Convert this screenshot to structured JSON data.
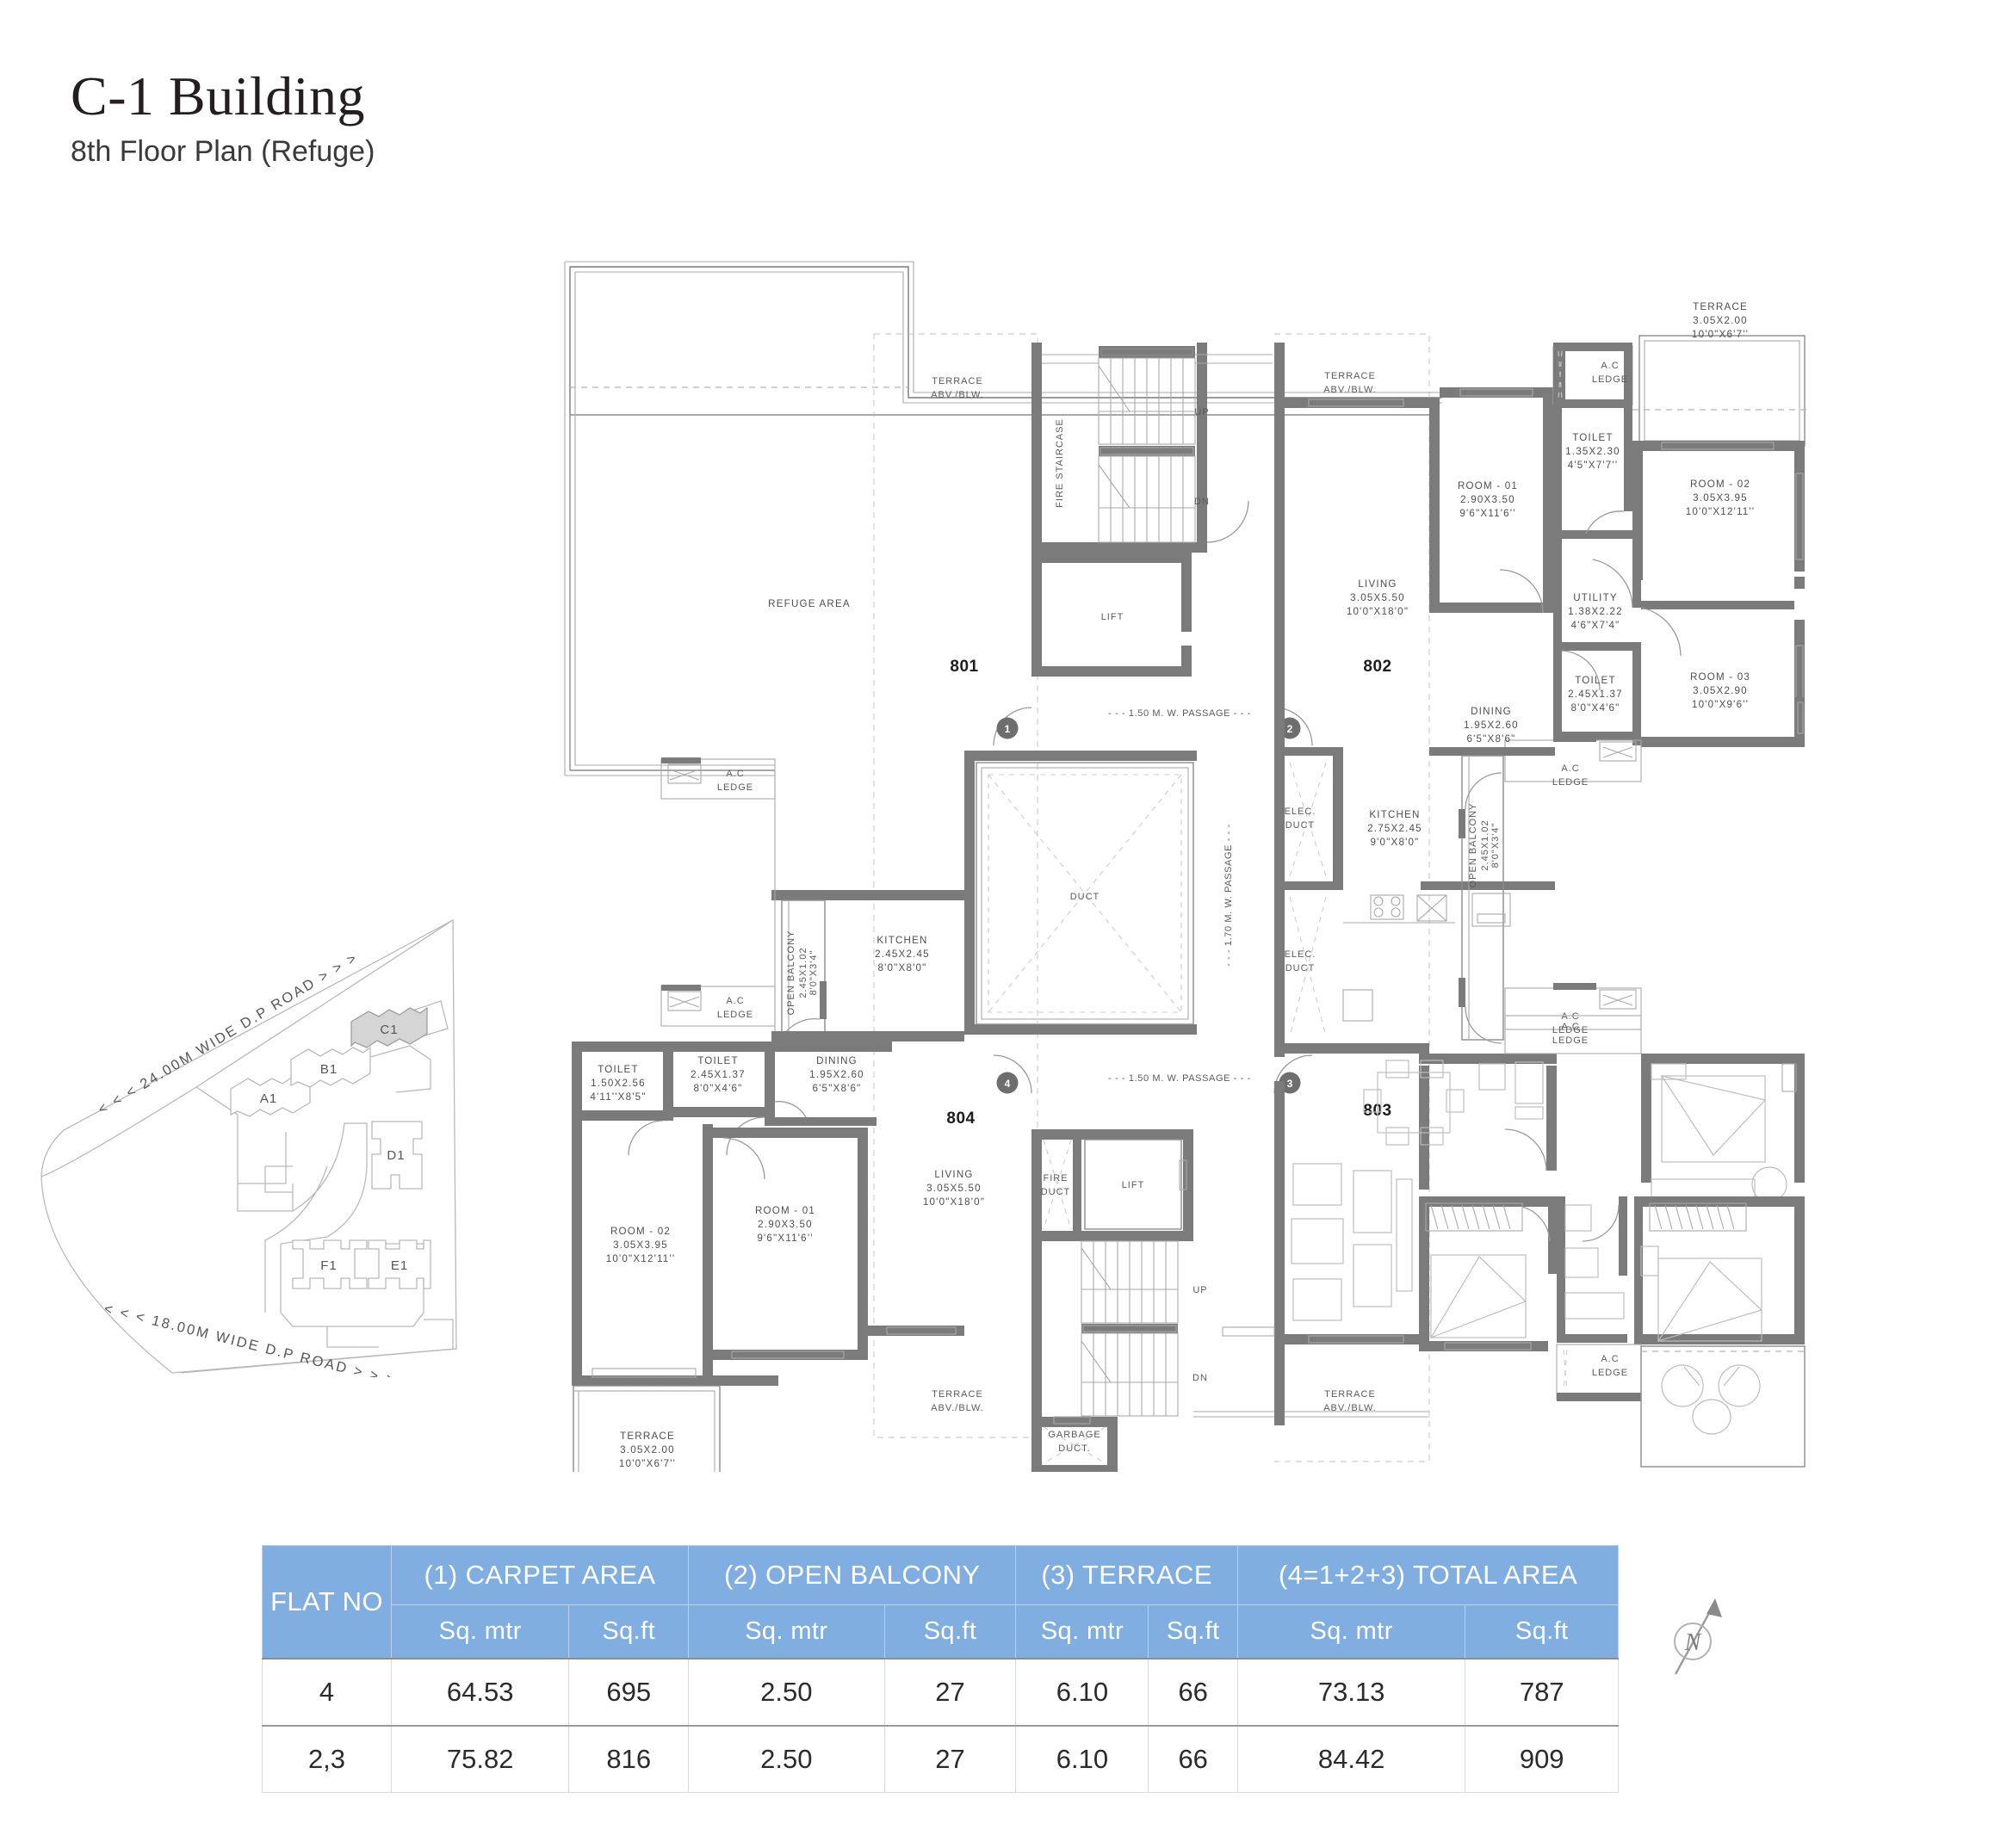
{
  "header": {
    "title": "C-1 Building",
    "subtitle": "8th Floor Plan (Refuge)"
  },
  "plan": {
    "refuge_area": "REFUGE AREA",
    "duct": "DUCT",
    "lift": "LIFT",
    "fire_staircase": "FIRE STAIRCASE",
    "up": "UP",
    "dn": "DN",
    "fire_duct_l1": "FIRE",
    "fire_duct_l2": "DUCT",
    "garbage_duct_l1": "GARBAGE",
    "garbage_duct_l2": "DUCT.",
    "elec_duct_l1": "ELEC.",
    "elec_duct_l2": "DUCT",
    "ac_ledge_l1": "A.C",
    "ac_ledge_l2": "LEDGE",
    "terrace_abv_l1": "TERRACE",
    "terrace_abv_l2": "ABV./BLW.",
    "passage_150": "- - - 1.50 M. W. PASSAGE - - -",
    "passage_170": "- - - 1.70 M. W. PASSAGE - - -",
    "flat_numbers": [
      "801",
      "802",
      "803",
      "804"
    ],
    "door_markers": [
      "1",
      "2",
      "3",
      "4"
    ],
    "rooms": {
      "room01": {
        "name": "ROOM - 01",
        "m": "2.90X3.50",
        "ft": "9'6\"X11'6''"
      },
      "room02": {
        "name": "ROOM - 02",
        "m": "3.05X3.95",
        "ft": "10'0\"X12'11''"
      },
      "room03": {
        "name": "ROOM - 03",
        "m": "3.05X2.90",
        "ft": "10'0\"X9'6''"
      },
      "living": {
        "name": "LIVING",
        "m": "3.05X5.50",
        "ft": "10'0\"X18'0\""
      },
      "kitchen_801": {
        "name": "KITCHEN",
        "m": "2.45X2.45",
        "ft": "8'0\"X8'0\""
      },
      "kitchen_802": {
        "name": "KITCHEN",
        "m": "2.75X2.45",
        "ft": "9'0\"X8'0\""
      },
      "dining": {
        "name": "DINING",
        "m": "1.95X2.60",
        "ft": "6'5\"X8'6\""
      },
      "toilet_a": {
        "name": "TOILET",
        "m": "1.35X2.30",
        "ft": "4'5\"X7'7''"
      },
      "toilet_b": {
        "name": "TOILET",
        "m": "2.45X1.37",
        "ft": "8'0\"X4'6\""
      },
      "toilet_c": {
        "name": "TOILET",
        "m": "1.50X2.56",
        "ft": "4'11''X8'5\""
      },
      "utility": {
        "name": "UTILITY",
        "m": "1.38X2.22",
        "ft": "4'6\"X7'4\""
      },
      "terrace_sm": {
        "name": "TERRACE",
        "m": "3.05X2.00",
        "ft": "10'0\"X6'7''"
      },
      "open_balcony": {
        "name": "OPEN BALCONY",
        "m": "2.45X1.02",
        "ft": "8'0\"X3'4\""
      }
    }
  },
  "site_plan": {
    "buildings": [
      "A1",
      "B1",
      "C1",
      "D1",
      "E1",
      "F1"
    ],
    "highlighted": "C1",
    "roads": [
      "< < <  24.00M WIDE D.P ROAD  > > >",
      "< < <  18.00M WIDE D.P ROAD  > > >"
    ]
  },
  "north_arrow": {
    "label": "N"
  },
  "area_table": {
    "header_color": "#80aee0",
    "groups": [
      {
        "label": "FLAT NO",
        "sub": []
      },
      {
        "label": "(1) CARPET AREA",
        "sub": [
          "Sq. mtr",
          "Sq.ft"
        ]
      },
      {
        "label": "(2) OPEN BALCONY",
        "sub": [
          "Sq. mtr",
          "Sq.ft"
        ]
      },
      {
        "label": "(3) TERRACE",
        "sub": [
          "Sq. mtr",
          "Sq.ft"
        ]
      },
      {
        "label": "(4=1+2+3) TOTAL AREA",
        "sub": [
          "Sq. mtr",
          "Sq.ft"
        ]
      }
    ],
    "rows": [
      {
        "flat_no": "4",
        "carpet_m": "64.53",
        "carpet_ft": "695",
        "balcony_m": "2.50",
        "balcony_ft": "27",
        "terrace_m": "6.10",
        "terrace_ft": "66",
        "total_m": "73.13",
        "total_ft": "787"
      },
      {
        "flat_no": "2,3",
        "carpet_m": "75.82",
        "carpet_ft": "816",
        "balcony_m": "2.50",
        "balcony_ft": "27",
        "terrace_m": "6.10",
        "terrace_ft": "66",
        "total_m": "84.42",
        "total_ft": "909"
      }
    ]
  }
}
